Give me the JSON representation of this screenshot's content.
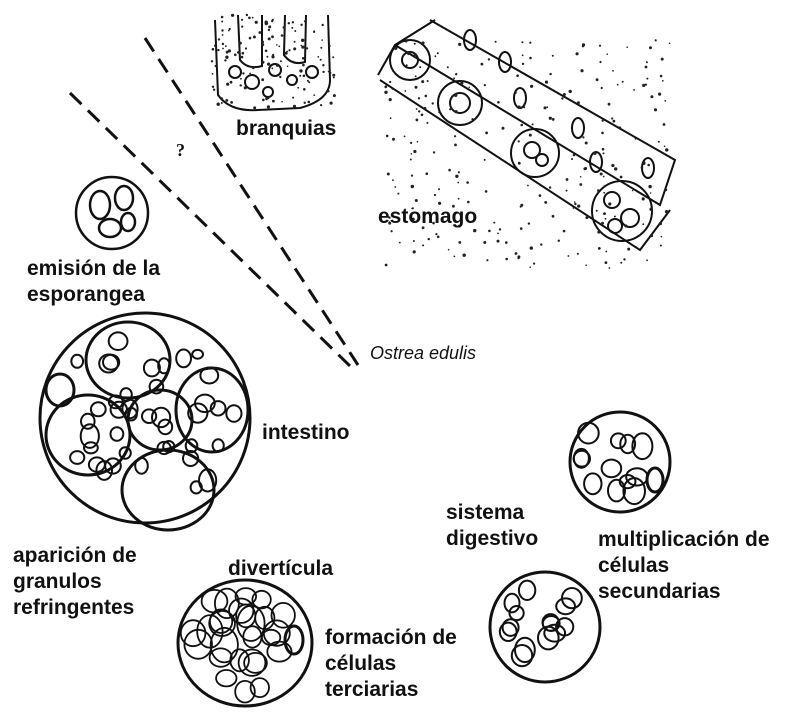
{
  "figure": {
    "species_label": "Ostrea edulis",
    "unknown_mark": "?",
    "labels": {
      "branquias": "branquias",
      "estomago": "estomago",
      "emision": "emisión de la\nesporangea",
      "intestino": "intestino",
      "aparicion": "aparición de\ngranulos\nrefringentes",
      "diverticula": "divertícula",
      "formacion": "formación de\ncélulas\nterciarias",
      "sistema": "sistema\ndigestivo",
      "multiplicacion": "multiplicación de\ncélulas\nsecundarias"
    }
  },
  "colors": {
    "ink": "#111111",
    "background": "#ffffff"
  }
}
